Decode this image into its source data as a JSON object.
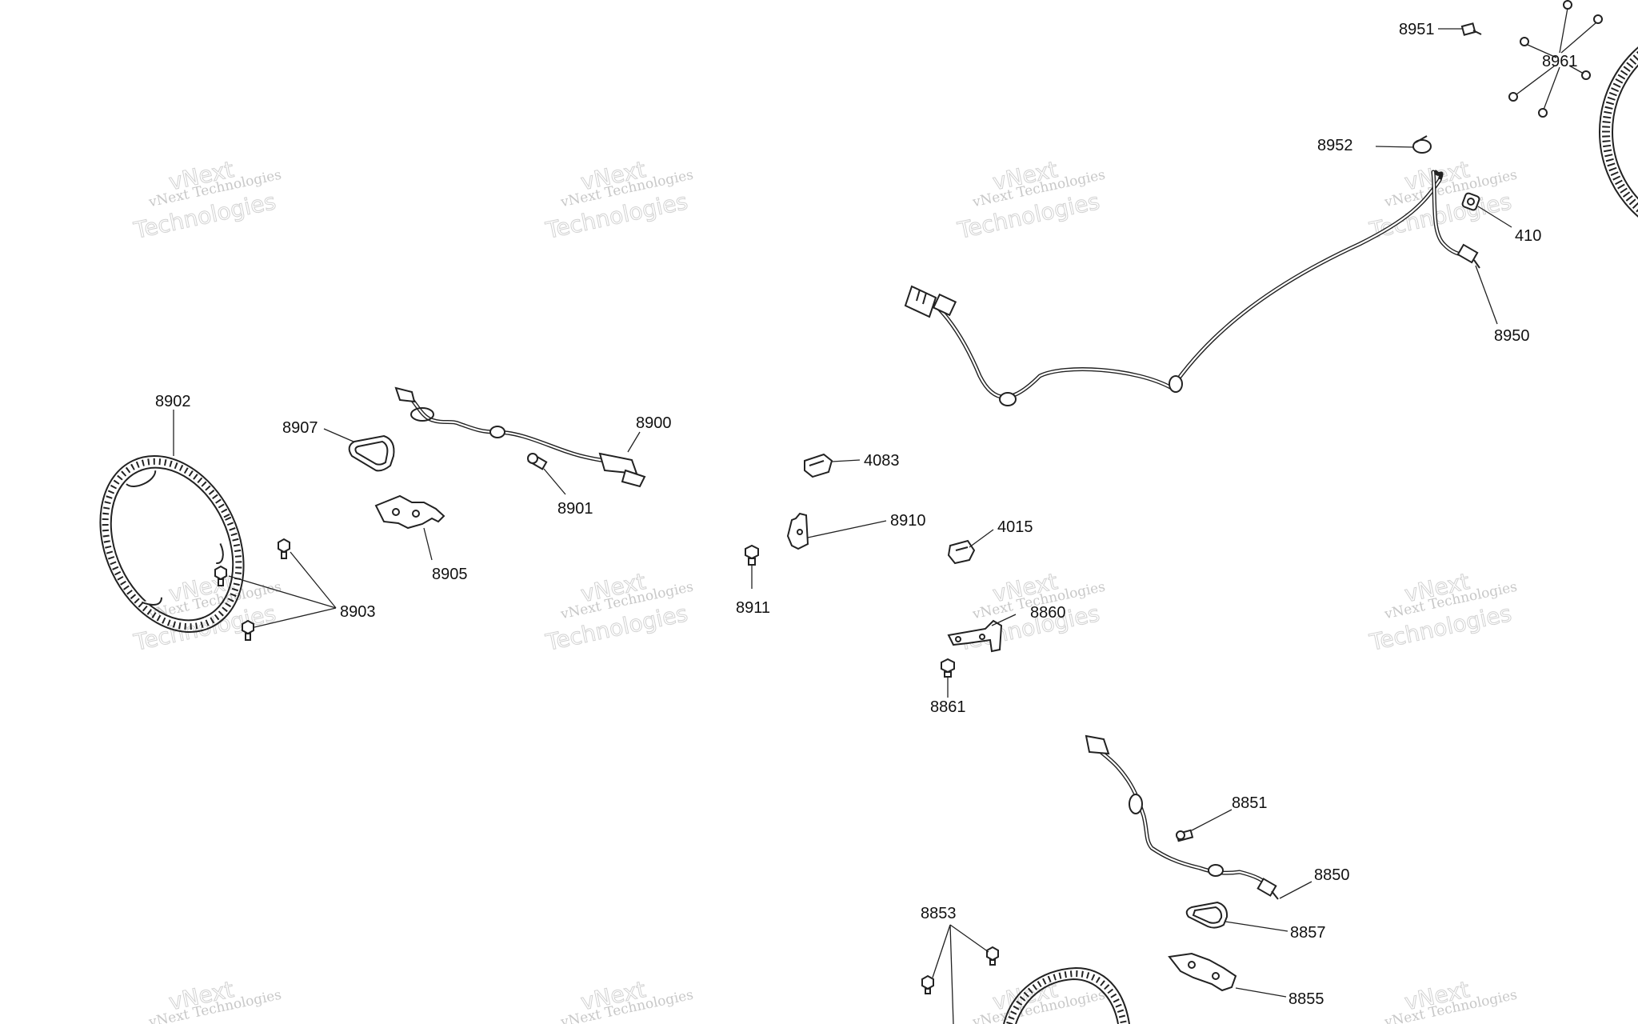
{
  "watermark": {
    "line1": "vNext Technologies",
    "line2": "vNext",
    "line3": "Technologies"
  },
  "callouts": {
    "p8951": "8951",
    "p8961": "8961",
    "p8952": "8952",
    "p410": "410",
    "p8950": "8950",
    "p8902": "8902",
    "p8907": "8907",
    "p8900": "8900",
    "p8901": "8901",
    "p8905": "8905",
    "p8903": "8903",
    "p4083": "4083",
    "p8910": "8910",
    "p4015": "4015",
    "p8911": "8911",
    "p8860": "8860",
    "p8861": "8861",
    "p8851": "8851",
    "p8850": "8850",
    "p8853": "8853",
    "p8857": "8857",
    "p8855": "8855"
  }
}
